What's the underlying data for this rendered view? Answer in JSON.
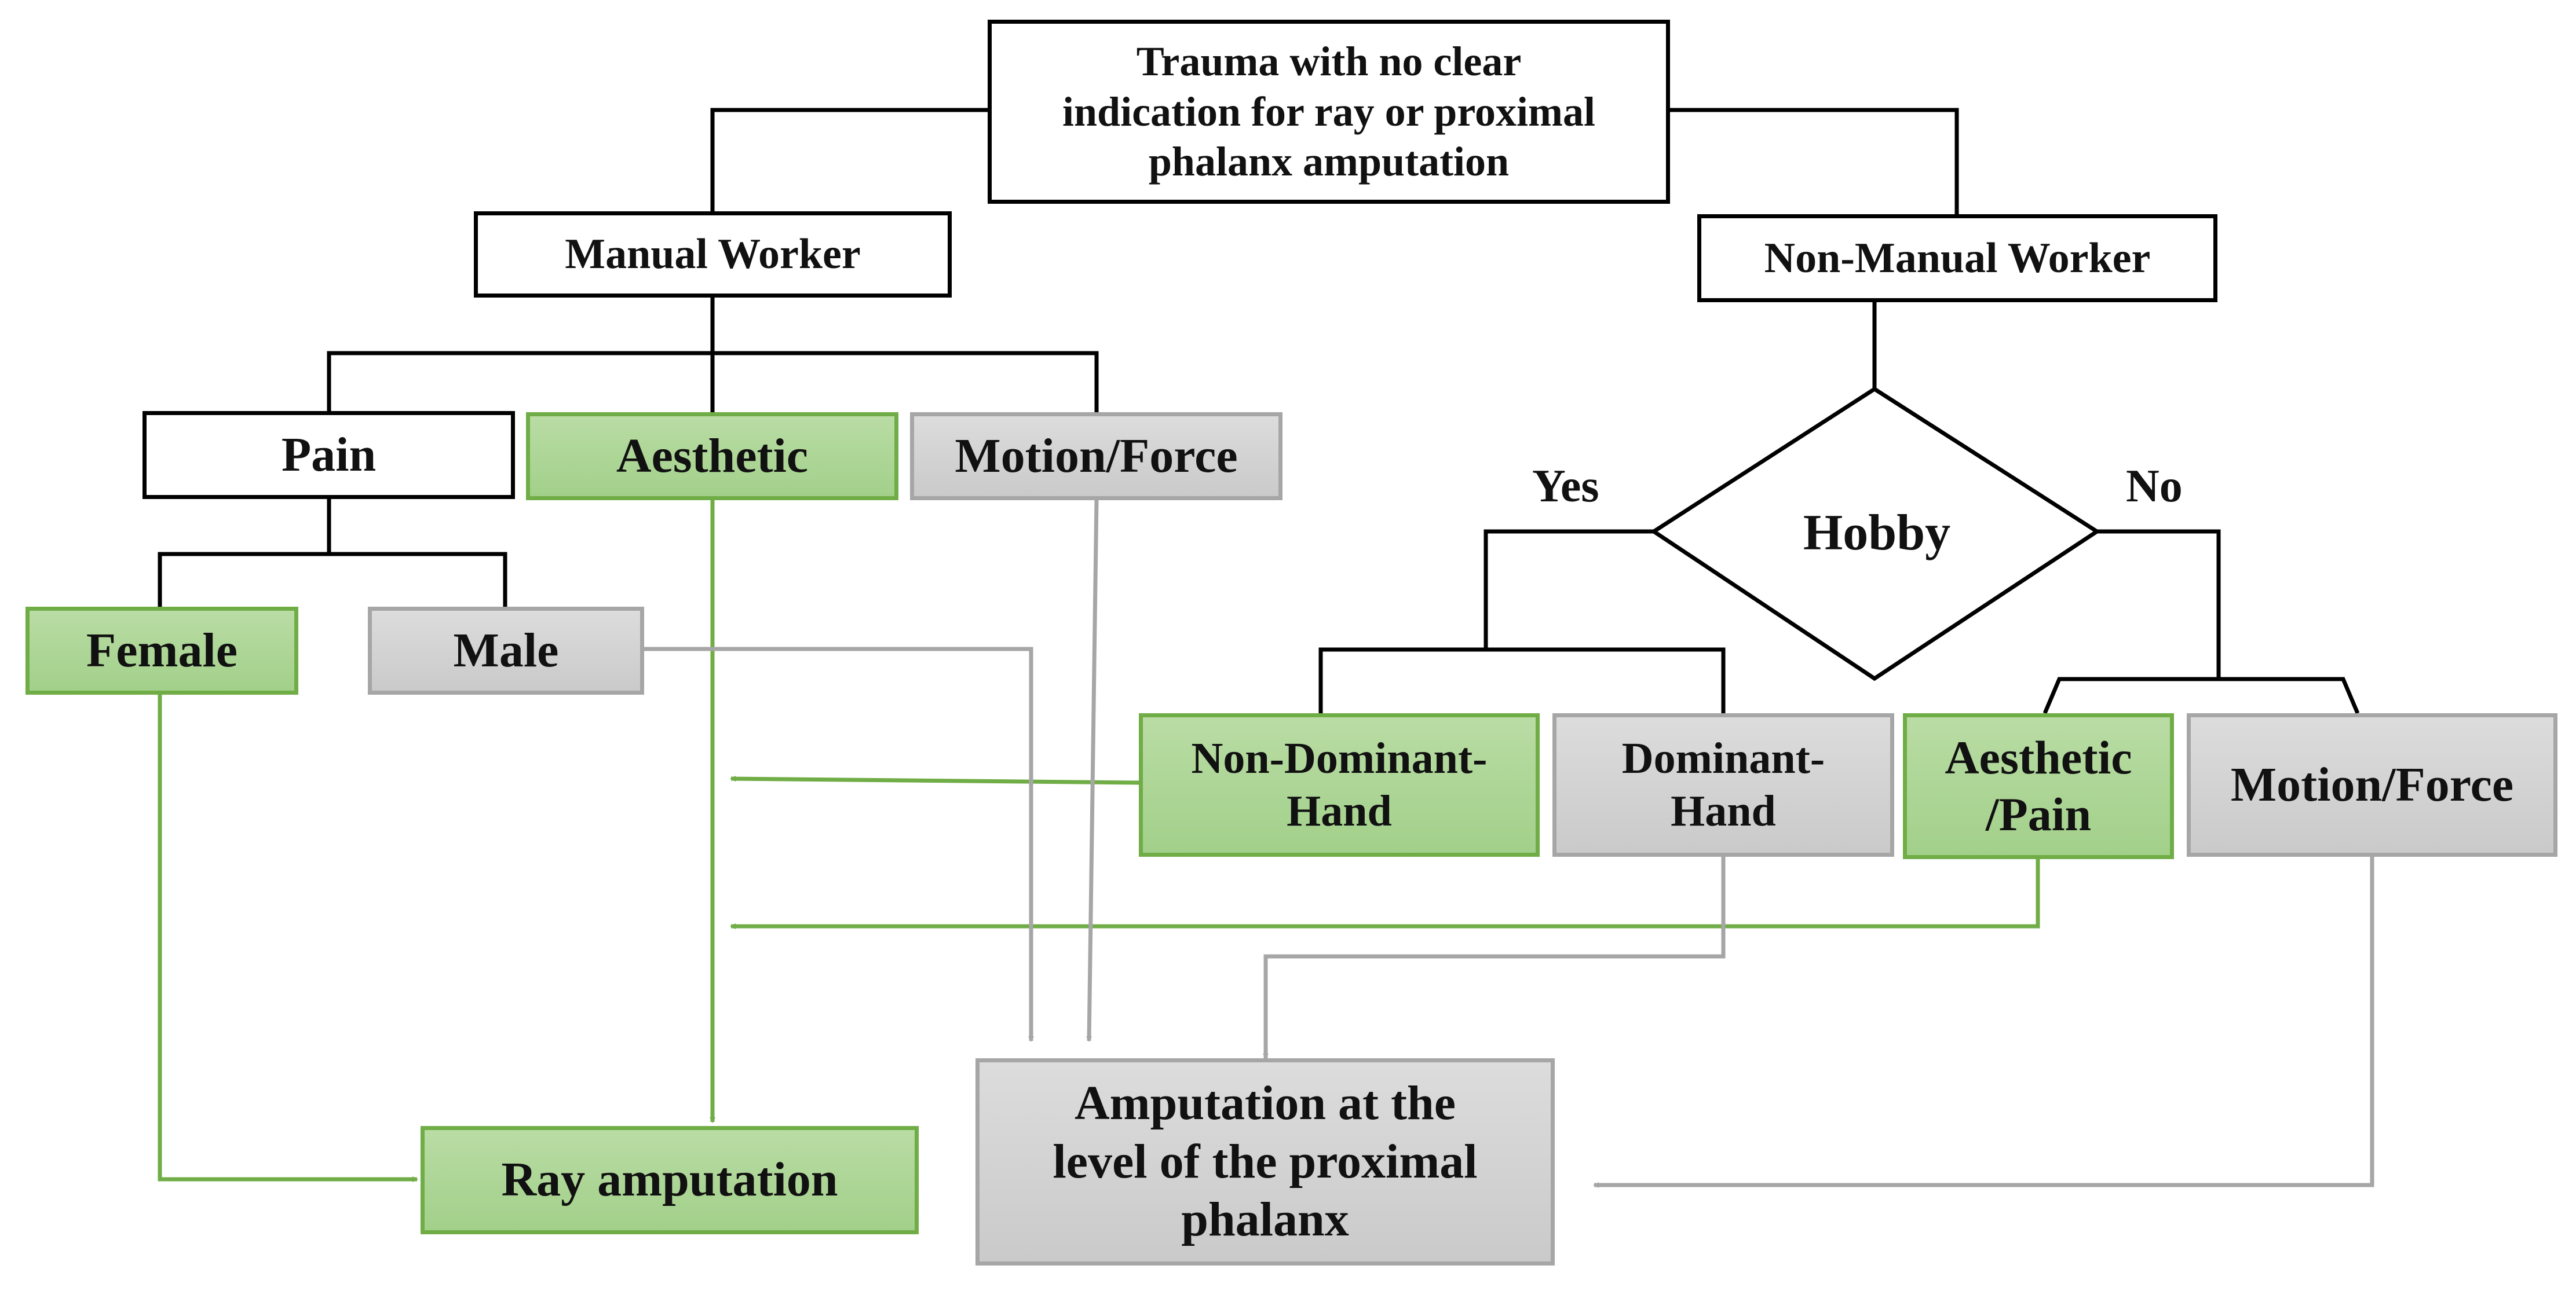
{
  "nodes": {
    "root": "Trauma with no clear\nindication for ray or proximal\nphalanx amputation",
    "manual": "Manual Worker",
    "non_manual": "Non-Manual Worker",
    "pain": "Pain",
    "aesthetic": "Aesthetic",
    "motion_force_left": "Motion/Force",
    "female": "Female",
    "male": "Male",
    "hobby": "Hobby",
    "yes": "Yes",
    "no": "No",
    "non_dominant": "Non-Dominant-\nHand",
    "dominant": "Dominant-\nHand",
    "aesthetic_pain": "Aesthetic\n/Pain",
    "motion_force_right": "Motion/Force",
    "ray_amputation": "Ray amputation",
    "proximal_amputation": "Amputation at the\nlevel of the proximal\nphalanx"
  },
  "colors": {
    "green_fill": "#a9d18e",
    "green_border": "#70ad47",
    "grey_fill": "#d0d0d0",
    "grey_border": "#a6a6a6",
    "black": "#000000"
  }
}
